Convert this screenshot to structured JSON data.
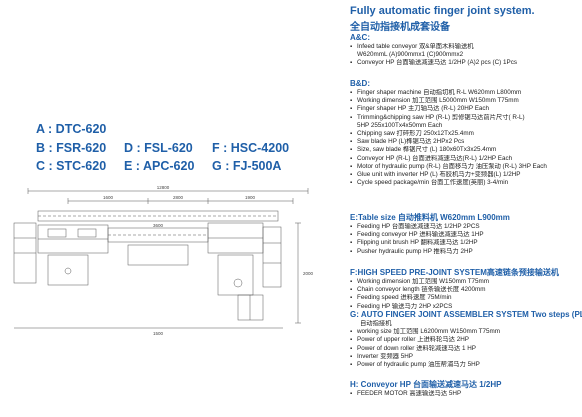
{
  "title_en": "Fully  automatic finger joint system.",
  "title_zh": "全自动指接机成套设备",
  "models": [
    [
      "A : DTC-620"
    ],
    [
      "B : FSR-620",
      "D : FSL-620",
      "F : HSC-4200"
    ],
    [
      "C : STC-620",
      "E : APC-620",
      "G : FJ-500A"
    ]
  ],
  "drawing": {
    "dim_total": "12800",
    "dim_a": "1600",
    "dim_b": "2800",
    "dim_c": "1900",
    "dim_d": "3600",
    "dim_e": "1500",
    "dim_h": "2000"
  },
  "sections": [
    {
      "heading": "A&C:",
      "items": [
        {
          "text": "Infeed table conveyor  双&单面木料输送机",
          "bullet": true
        },
        {
          "text": "W620mmL (A)900mmx1  (C)900mmx2",
          "bullet": false
        },
        {
          "text": "Conveyor HP  台面输送减速马达          1/2HP  (A)2 pcs (C) 1Pcs",
          "bullet": true
        }
      ]
    },
    {
      "heading": "B&D:",
      "items": [
        {
          "text": "Finger shaper machine  自动指切机          R-L  W620mm  L800mm",
          "bullet": true
        },
        {
          "text": "Working  dimension  加工范围     L5000mm  W150mm  T75mm",
          "bullet": true
        },
        {
          "text": "Finger shaper HP 主刀轴马达 (R-L)          20HP Each",
          "bullet": true
        },
        {
          "text": "Trimming&chipping saw  HP (R-L)  剪修锯马达前片尺寸( R-L)",
          "bullet": true
        },
        {
          "text": "5HP  255x100Tx4x50mm  Each",
          "bullet": false
        },
        {
          "text": "Chipping saw  打碎形刀          250x12Tx25.4mm",
          "bullet": true
        },
        {
          "text": "Saw blade HP  (L)榫锯马达          2HPx2 Pcs",
          "bullet": true
        },
        {
          "text": "Size, saw blade  榫锯尺寸 (L)          180x60Tx3x25.4mm",
          "bullet": true
        },
        {
          "text": "Conveyor HP (R-L)  台面进料减速马达(R-L)          1/2HP Each",
          "bullet": true
        },
        {
          "text": "Motor of hydraulic pump (R-L)  台面移马力 油压泵动 (R-L)  3HP Each",
          "bullet": true
        },
        {
          "text": "Glue unit with inverter HP (L)  布胶机马力+变频器(L)          1/2HP",
          "bullet": true
        },
        {
          "text": "Cycle speed package/min  台面工作速度(英丽)          3-4/min",
          "bullet": true
        }
      ]
    },
    {
      "heading": "E:Table size  自动推料机          W620mm L900mm",
      "items": [
        {
          "text": "Feeding HP  台面输送减速马达          1/2HP 2PCS",
          "bullet": true
        },
        {
          "text": "Feeding conveyor HP 进料输送减速马达          1HP",
          "bullet": true
        },
        {
          "text": "Flipping unit brush HP  翻料减速马达          1/2HP",
          "bullet": true
        },
        {
          "text": "Pusher hydraulic pump HP  推料马力          2HP",
          "bullet": true
        }
      ]
    },
    {
      "heading": "F:HIGH SPEED PRE-JOINT SYSTEM高速链条预接输送机",
      "items": [
        {
          "text": "Working dimension  加工范围          W150mm T75mm",
          "bullet": true
        },
        {
          "text": "Chain conveyor length  链条输送长度          4200mm",
          "bullet": true
        },
        {
          "text": "Feeding speed  进料速度          75M/min",
          "bullet": true
        },
        {
          "text": "Feeding HP  输送马力          2HP x2PCS",
          "bullet": true
        }
      ]
    },
    {
      "heading": "G: AUTO FINGER JOINT ASSEMBLER SYSTEM Two steps (PLC)",
      "items": [
        {
          "text": "自动指接机",
          "bullet": false,
          "sub": true
        },
        {
          "text": "working size  加工范围          L6200mm W150mm T75mm",
          "bullet": true
        },
        {
          "text": "Power of upper roller  上进料轮马达          2HP",
          "bullet": true
        },
        {
          "text": "Power of down roller  进料轮减速马达          1 HP",
          "bullet": true
        },
        {
          "text": "Inverter  变频器          5HP",
          "bullet": true
        },
        {
          "text": "Power of hydraulic pump  油压帮浦马力          5HP",
          "bullet": true
        }
      ]
    },
    {
      "heading": "H: Conveyor HP  台面输送减速马达          1/2HP",
      "items": [
        {
          "text": "FEEDER MOTOR  高速输送马达  5HP",
          "bullet": true
        }
      ]
    }
  ]
}
